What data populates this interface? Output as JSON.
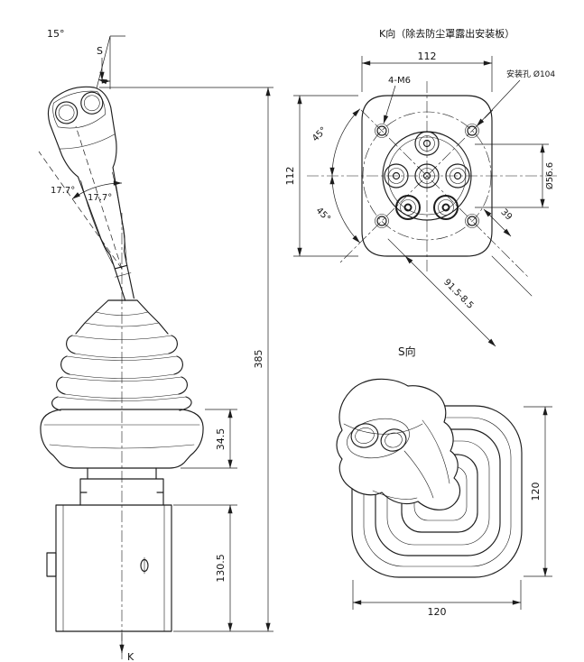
{
  "side_view": {
    "angle_top": "15°",
    "view_s": "S",
    "view_k": "K",
    "angle_left": "17.7°",
    "angle_right": "17.7°",
    "dim_height": "385",
    "dim_collar": "34.5",
    "dim_body": "130.5"
  },
  "k_view": {
    "title": "K向（除去防尘罩露出安装板）",
    "dim_width": "112",
    "dim_height": "112",
    "label_holes": "4-M6",
    "label_mount_hole": "安装孔 Ø104",
    "angle_upper": "45°",
    "angle_lower": "45°",
    "dim_boss": "Ø56.6",
    "dim_39": "39",
    "dim_diag": "91.5-8.5"
  },
  "s_view": {
    "title": "S向",
    "dim_width": "120",
    "dim_height": "120"
  }
}
